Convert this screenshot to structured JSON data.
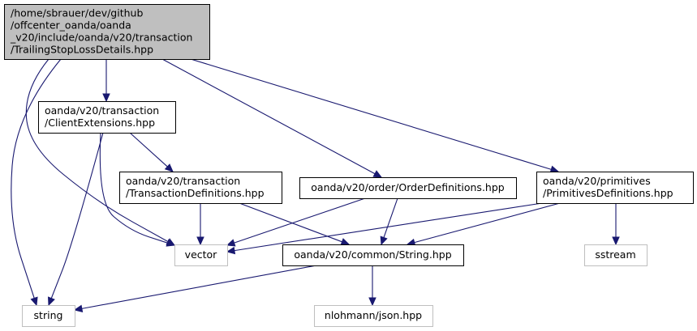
{
  "diagram": {
    "type": "include-dependency-graph",
    "nodes": [
      {
        "id": "root",
        "lines": [
          "/home/sbrauer/dev/github",
          "/offcenter_oanda/oanda",
          "_v20/include/oanda/v20/transaction",
          "/TrailingStopLossDetails.hpp"
        ],
        "kind": "root"
      },
      {
        "id": "clientext",
        "lines": [
          "oanda/v20/transaction",
          "/ClientExtensions.hpp"
        ],
        "kind": "internal"
      },
      {
        "id": "txdefs",
        "lines": [
          "oanda/v20/transaction",
          "/TransactionDefinitions.hpp"
        ],
        "kind": "internal"
      },
      {
        "id": "orderdefs",
        "lines": [
          "oanda/v20/order/OrderDefinitions.hpp"
        ],
        "kind": "internal"
      },
      {
        "id": "primdefs",
        "lines": [
          "oanda/v20/primitives",
          "/PrimitivesDefinitions.hpp"
        ],
        "kind": "internal"
      },
      {
        "id": "vector",
        "lines": [
          "vector"
        ],
        "kind": "external"
      },
      {
        "id": "commonstring",
        "lines": [
          "oanda/v20/common/String.hpp"
        ],
        "kind": "internal"
      },
      {
        "id": "sstream",
        "lines": [
          "sstream"
        ],
        "kind": "external"
      },
      {
        "id": "string",
        "lines": [
          "string"
        ],
        "kind": "external"
      },
      {
        "id": "json",
        "lines": [
          "nlohmann/json.hpp"
        ],
        "kind": "external"
      }
    ],
    "edges": [
      {
        "from": "root",
        "to": "string"
      },
      {
        "from": "root",
        "to": "vector"
      },
      {
        "from": "root",
        "to": "clientext"
      },
      {
        "from": "root",
        "to": "orderdefs"
      },
      {
        "from": "root",
        "to": "primdefs"
      },
      {
        "from": "clientext",
        "to": "string"
      },
      {
        "from": "clientext",
        "to": "vector"
      },
      {
        "from": "clientext",
        "to": "txdefs"
      },
      {
        "from": "txdefs",
        "to": "vector"
      },
      {
        "from": "txdefs",
        "to": "commonstring"
      },
      {
        "from": "orderdefs",
        "to": "vector"
      },
      {
        "from": "orderdefs",
        "to": "commonstring"
      },
      {
        "from": "primdefs",
        "to": "vector"
      },
      {
        "from": "primdefs",
        "to": "commonstring"
      },
      {
        "from": "primdefs",
        "to": "sstream"
      },
      {
        "from": "commonstring",
        "to": "string"
      },
      {
        "from": "commonstring",
        "to": "json"
      }
    ],
    "colors": {
      "edge": "#191970",
      "root_fill": "#bfbfbf",
      "external_border": "#bfbfbf",
      "internal_border": "#000000"
    }
  }
}
